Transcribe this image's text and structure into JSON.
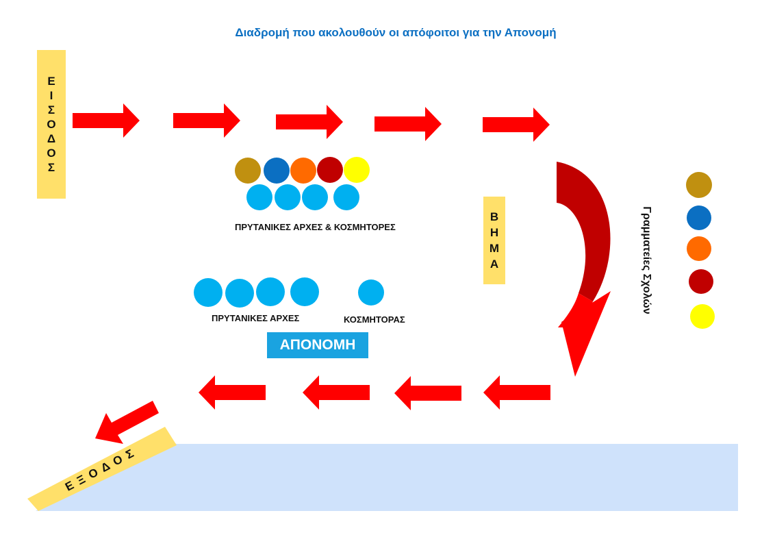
{
  "title": "Διαδρομή που ακολουθούν οι απόφοιτοι για την Απονομή",
  "entrance_letters": [
    "Ε",
    "Ι",
    "Σ",
    "Ο",
    "Δ",
    "Ο",
    "Σ"
  ],
  "bema_letters": [
    "Β",
    "Η",
    "Μ",
    "Α"
  ],
  "labels": {
    "authorities_and_deans": "ΠΡΥΤΑΝΙΚΕΣ ΑΡΧΕΣ & ΚΟΣΜΗΤΟΡΕΣ",
    "authorities": "ΠΡΥΤΑΝΙΚΕΣ ΑΡΧΕΣ",
    "dean": "ΚΟΣΜΗΤΟΡΑΣ",
    "award": "ΑΠΟΝΟΜΗ",
    "school_secretaries": "Γραμματείες Σχολών",
    "exit": "ΕΞΟΔΟΣ"
  },
  "colors": {
    "title": "#0b6fc2",
    "arrow": "#ff0000",
    "curve_arrow_dark": "#c00000",
    "sign_yellow": "#ffe06a",
    "award_box": "#1aa3e0",
    "light_blue_dot": "#00b0f0",
    "stage_area": "#cfe2fb",
    "school_colors": [
      "#c09010",
      "#0b6fc2",
      "#ff6a00",
      "#c00000",
      "#ffff00"
    ]
  },
  "icons": {
    "arrow": "right-arrow-icon",
    "curved_arrow": "curved-down-arrow-icon"
  }
}
